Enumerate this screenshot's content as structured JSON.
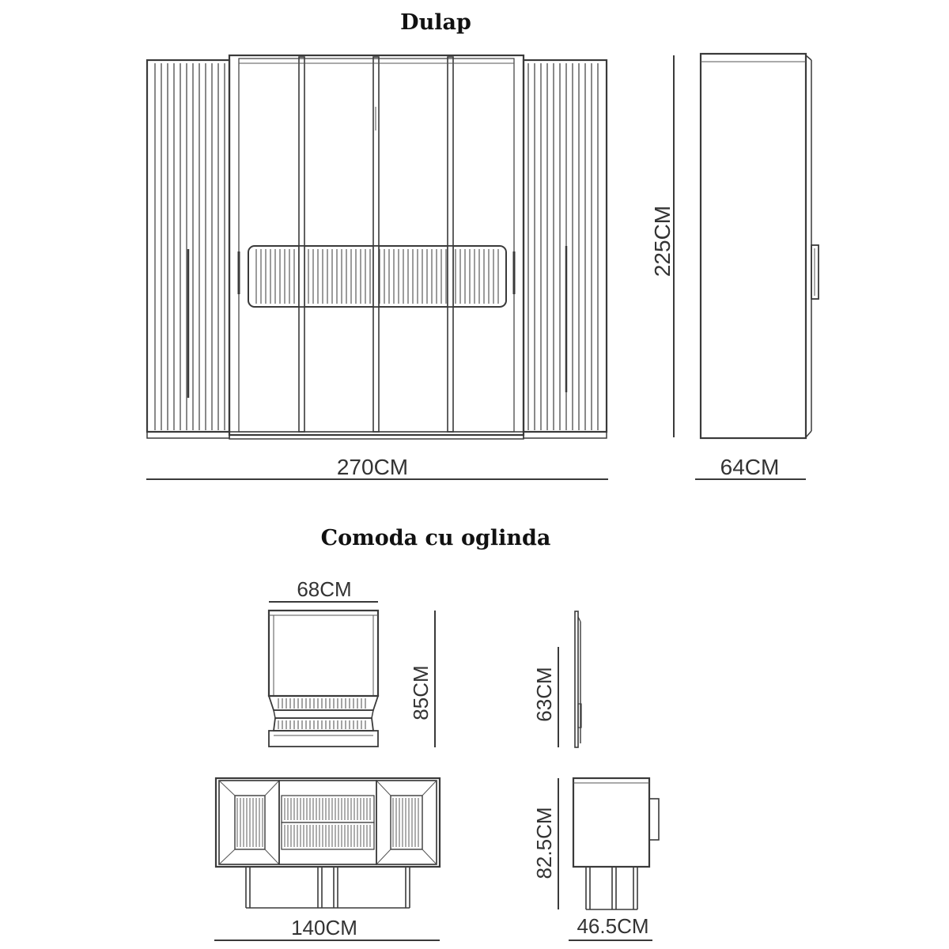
{
  "sections": {
    "wardrobe": {
      "title": "Dulap",
      "width_label": "270CM",
      "height_label": "225CM",
      "depth_label": "64CM"
    },
    "dresser": {
      "title": "Comoda cu oglinda",
      "mirror_width_label": "68CM",
      "mirror_height_label": "85CM",
      "mirror_side_height_label": "63CM",
      "dresser_height_label": "82.5CM",
      "dresser_width_label": "140CM",
      "dresser_depth_label": "46.5CM"
    }
  }
}
